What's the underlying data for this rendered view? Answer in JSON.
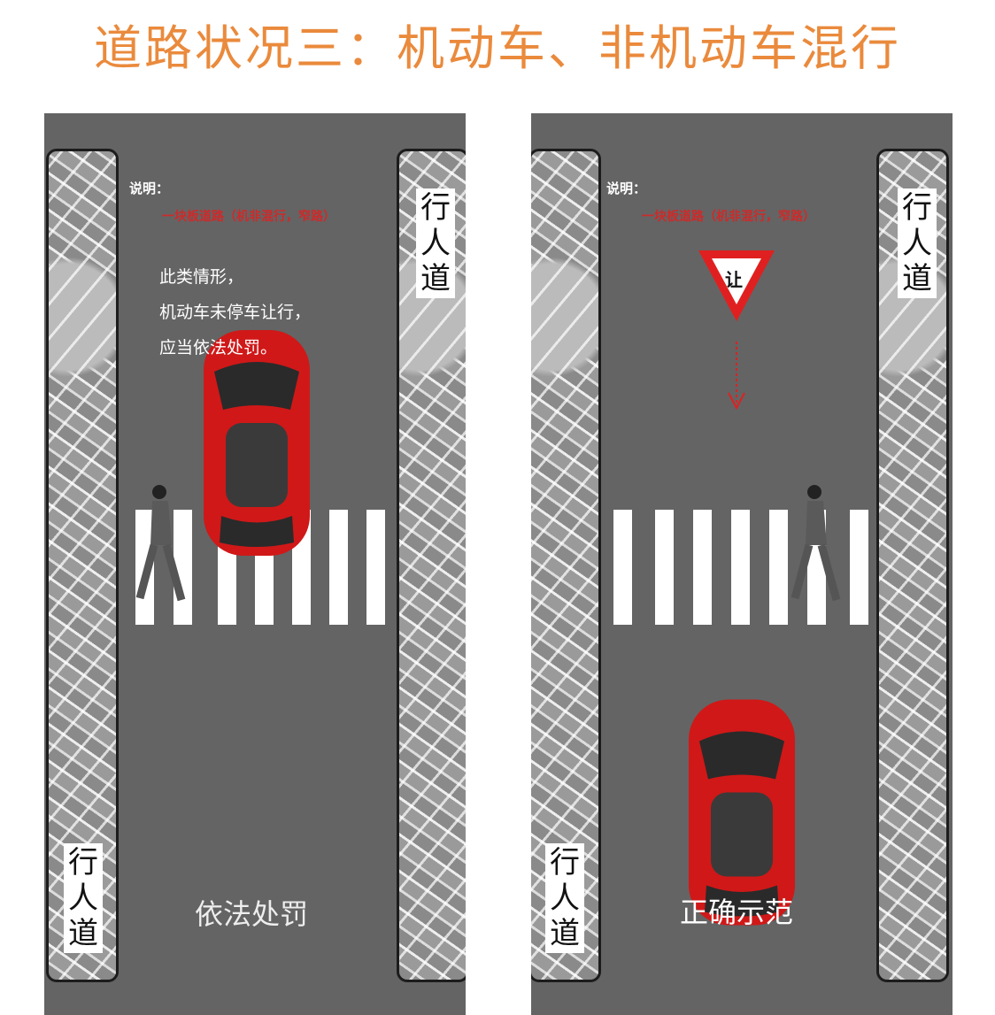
{
  "title": "道路状况三：机动车、非机动车混行",
  "sidewalk_label": "行人道",
  "left": {
    "note_label": "说明：",
    "road_type": "一块板道路（机非混行，窄路）",
    "lines": [
      "此类情形，",
      "机动车未停车让行，",
      "应当依法处罚。"
    ],
    "caption": "依法处罚"
  },
  "right": {
    "note_label": "说明：",
    "road_type": "一块板道路（机非混行，窄路）",
    "yield_sign": "让",
    "caption": "正确示范"
  }
}
